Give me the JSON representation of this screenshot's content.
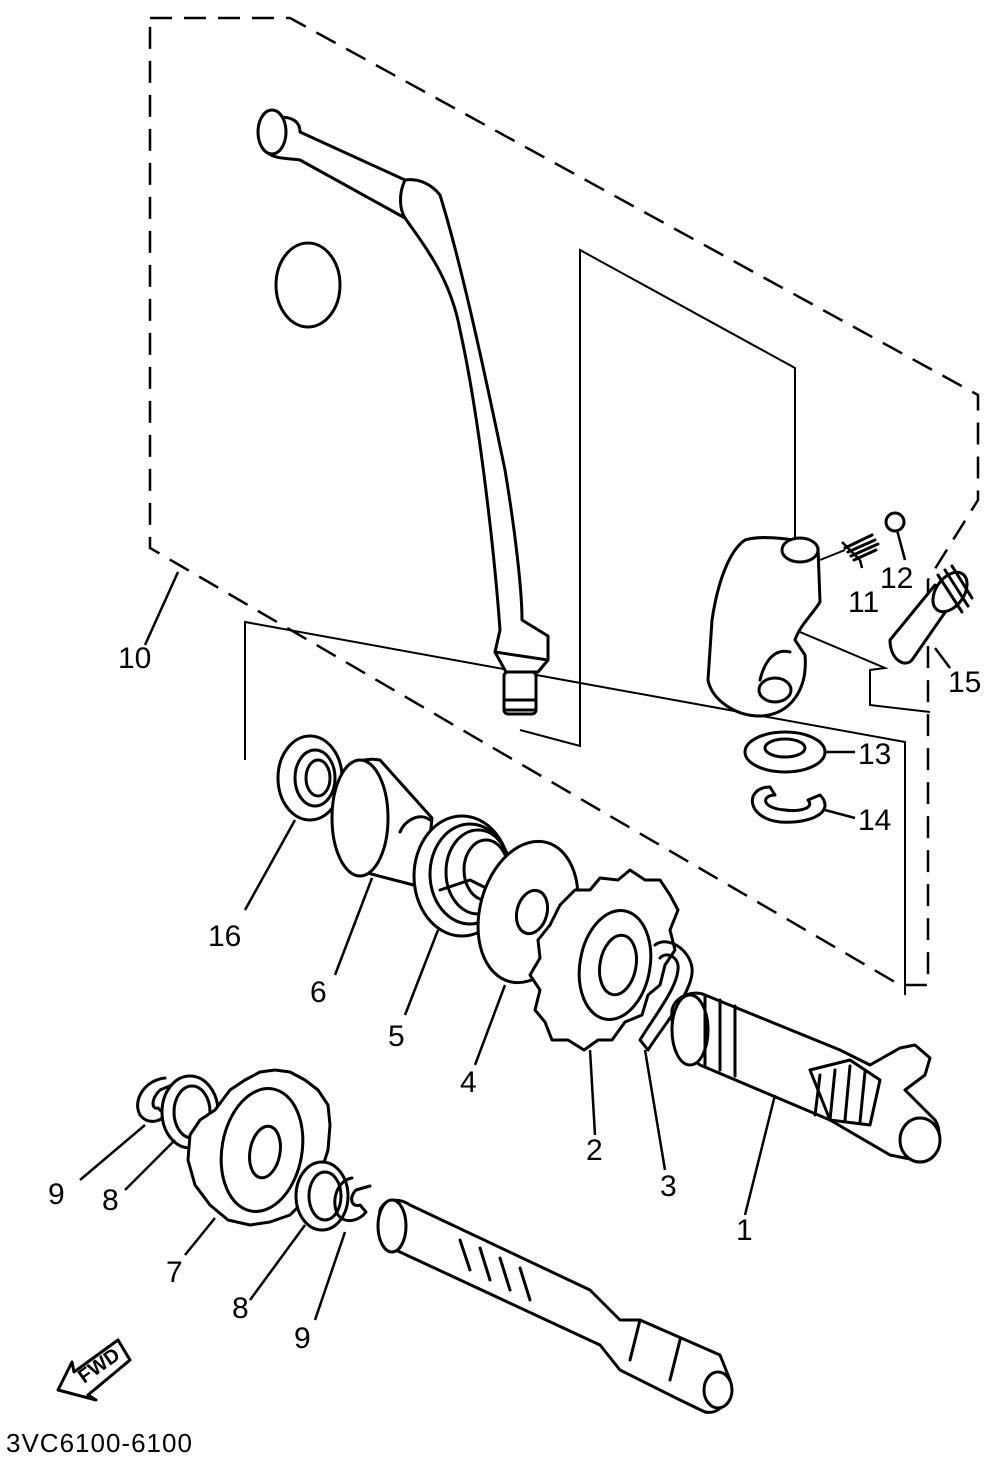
{
  "diagram_code": "3VC6100-6100",
  "fwd_label": "FWD",
  "callouts": [
    {
      "id": "c1",
      "label": "1"
    },
    {
      "id": "c2",
      "label": "2"
    },
    {
      "id": "c3",
      "label": "3"
    },
    {
      "id": "c4",
      "label": "4"
    },
    {
      "id": "c5",
      "label": "5"
    },
    {
      "id": "c6",
      "label": "6"
    },
    {
      "id": "c7",
      "label": "7"
    },
    {
      "id": "c8a",
      "label": "8"
    },
    {
      "id": "c8b",
      "label": "8"
    },
    {
      "id": "c9a",
      "label": "9"
    },
    {
      "id": "c9b",
      "label": "9"
    },
    {
      "id": "c10",
      "label": "10"
    },
    {
      "id": "c11",
      "label": "11"
    },
    {
      "id": "c12",
      "label": "12"
    },
    {
      "id": "c13",
      "label": "13"
    },
    {
      "id": "c14",
      "label": "14"
    },
    {
      "id": "c15",
      "label": "15"
    },
    {
      "id": "c16",
      "label": "16"
    }
  ]
}
